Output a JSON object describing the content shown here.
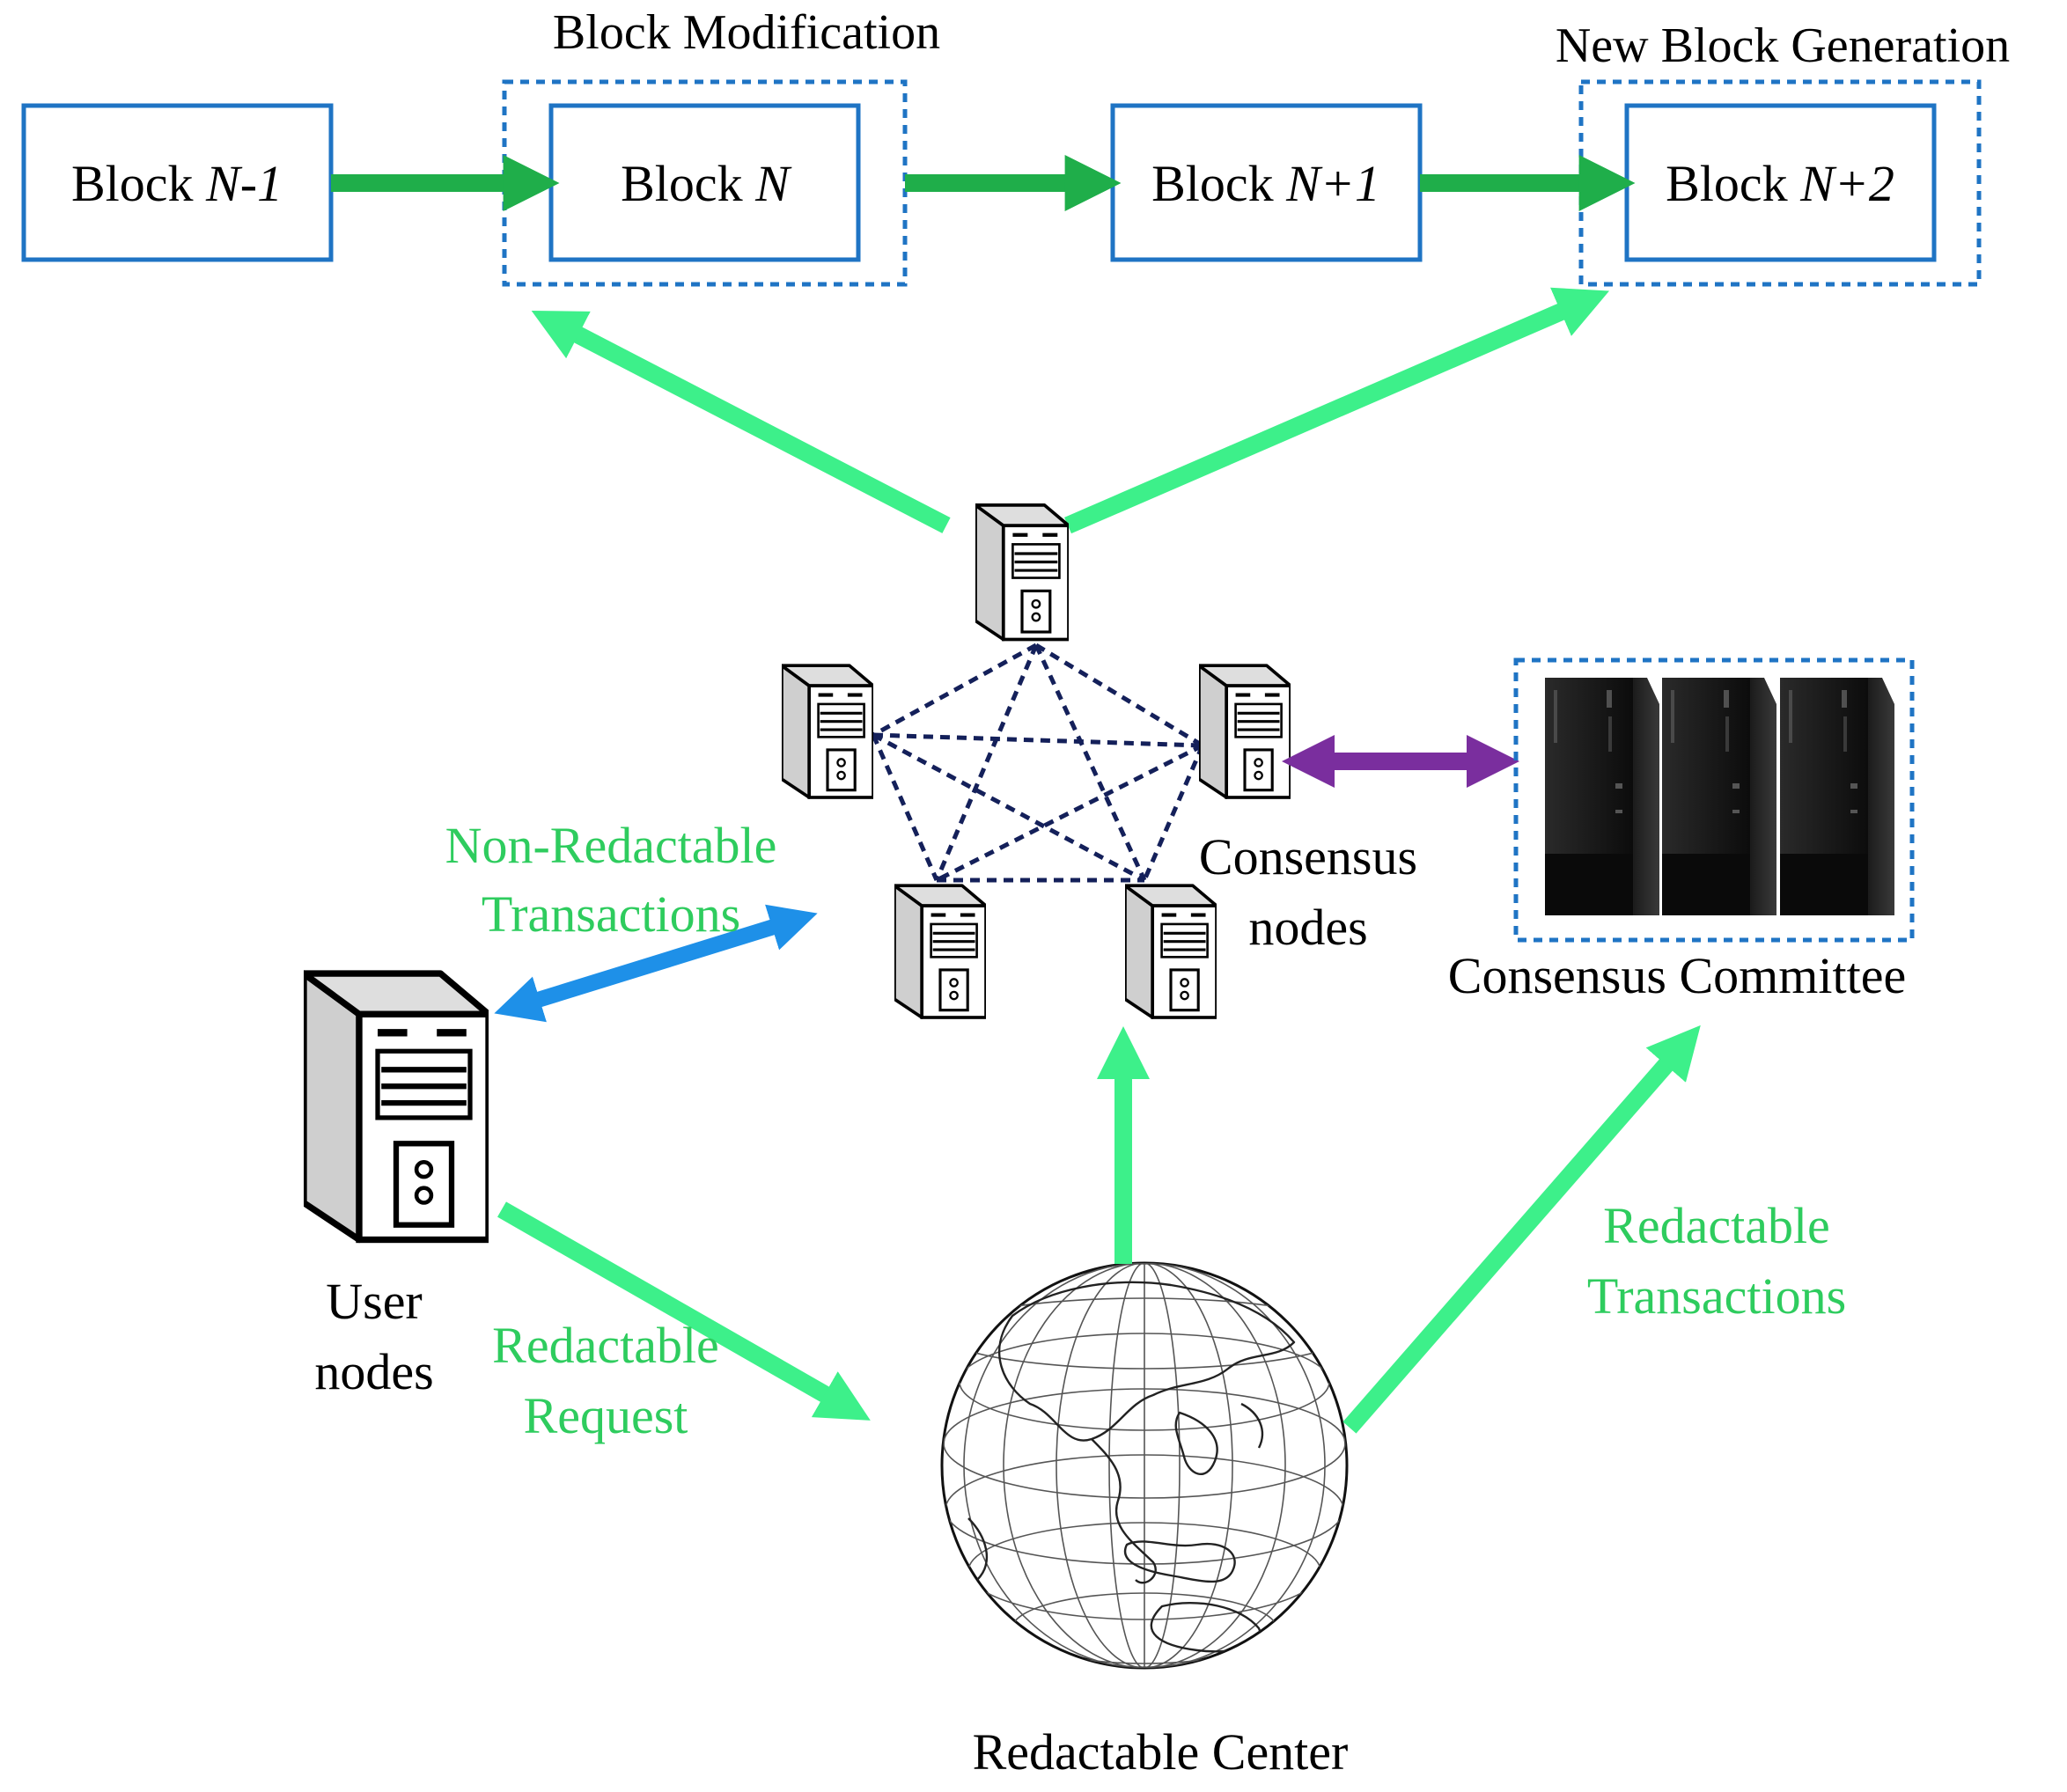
{
  "blocks": [
    {
      "prefix": "Block ",
      "index": "N-1"
    },
    {
      "prefix": "Block ",
      "index": "N"
    },
    {
      "prefix": "Block ",
      "index": "N+1"
    },
    {
      "prefix": "Block ",
      "index": "N+2"
    }
  ],
  "groups": {
    "modification": "Block Modification",
    "generation": "New Block Generation"
  },
  "nodes": {
    "consensus_line1": "Consensus",
    "consensus_line2": "nodes",
    "committee": "Consensus Committee",
    "user_line1": "User",
    "user_line2": "nodes",
    "center": "Redactable Center"
  },
  "flows": {
    "non_redactable_line1": "Non-Redactable",
    "non_redactable_line2": "Transactions",
    "request_line1": "Redactable",
    "request_line2": "Request",
    "redactable_tx_line1": "Redactable",
    "redactable_tx_line2": "Transactions"
  },
  "colors": {
    "block_border": "#1f74c4",
    "chain_arrow": "#1fae4a",
    "flow_arrow": "#3df08a",
    "label_green": "#2ecc5e",
    "blue_arrow": "#1e90e8",
    "purple_arrow": "#7a2e9e",
    "mesh": "#14205a"
  },
  "icons": {
    "server": "server-tower-icon",
    "committee": "desktop-tower-icon",
    "center": "globe-icon"
  }
}
